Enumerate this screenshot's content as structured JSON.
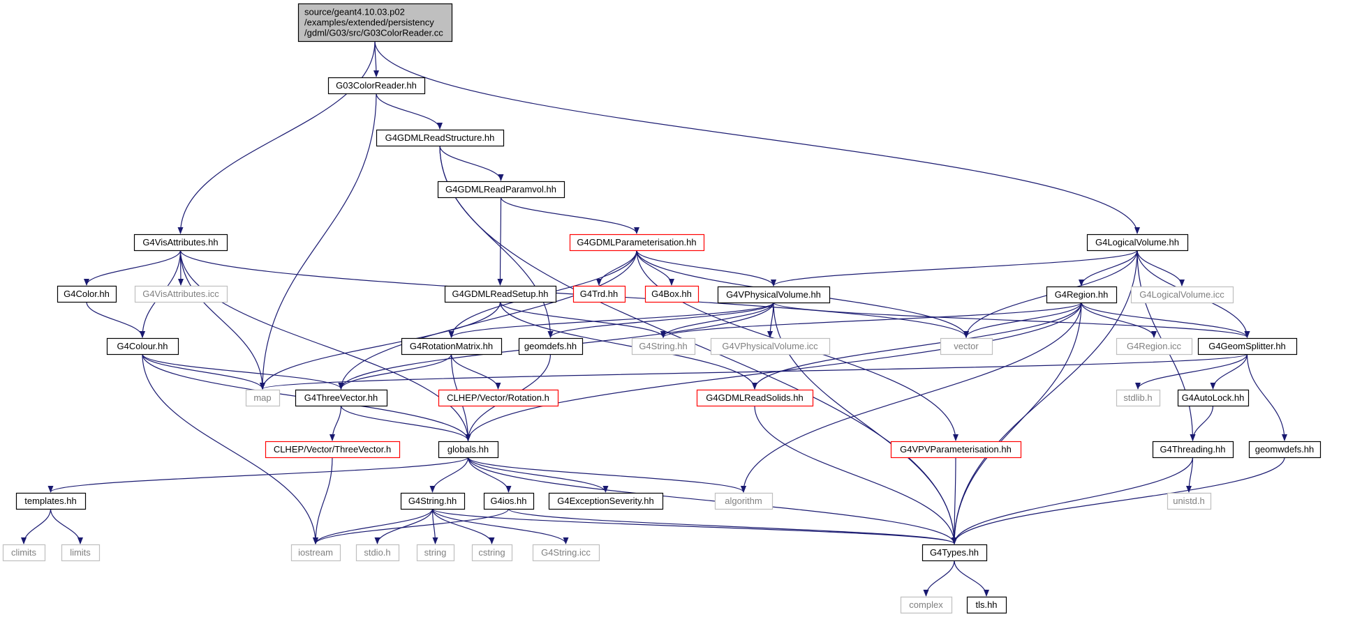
{
  "colors": {
    "edge": "#191970",
    "root_fill": "#bfbfbf",
    "border_normal": "#000000",
    "border_missing": "#bfbfbf",
    "border_truncated": "#ff0000",
    "text": "#000000",
    "text_missing": "#7f7f7f"
  },
  "nodes": {
    "root": {
      "lines": [
        "source/geant4.10.03.p02",
        "/examples/extended/persistency",
        "/gdml/G03/src/G03ColorReader.cc"
      ],
      "kind": "root"
    },
    "g03colorreader": {
      "lines": [
        "G03ColorReader.hh"
      ],
      "kind": "normal"
    },
    "g4gdmlreadstructure": {
      "lines": [
        "G4GDMLReadStructure.hh"
      ],
      "kind": "normal"
    },
    "g4gdmlreadparamvol": {
      "lines": [
        "G4GDMLReadParamvol.hh"
      ],
      "kind": "normal"
    },
    "g4visattributes": {
      "lines": [
        "G4VisAttributes.hh"
      ],
      "kind": "normal"
    },
    "g4gdmlparameterisation": {
      "lines": [
        "G4GDMLParameterisation.hh"
      ],
      "kind": "truncated"
    },
    "g4logicalvolume": {
      "lines": [
        "G4LogicalVolume.hh"
      ],
      "kind": "normal"
    },
    "g4color": {
      "lines": [
        "G4Color.hh"
      ],
      "kind": "normal"
    },
    "g4visattributes_icc": {
      "lines": [
        "G4VisAttributes.icc"
      ],
      "kind": "missing"
    },
    "g4gdmlreadsetup": {
      "lines": [
        "G4GDMLReadSetup.hh"
      ],
      "kind": "normal"
    },
    "g4trd": {
      "lines": [
        "G4Trd.hh"
      ],
      "kind": "truncated"
    },
    "g4box": {
      "lines": [
        "G4Box.hh"
      ],
      "kind": "truncated"
    },
    "g4vphysicalvolume": {
      "lines": [
        "G4VPhysicalVolume.hh"
      ],
      "kind": "normal"
    },
    "g4region": {
      "lines": [
        "G4Region.hh"
      ],
      "kind": "normal"
    },
    "g4logicalvolume_icc": {
      "lines": [
        "G4LogicalVolume.icc"
      ],
      "kind": "missing"
    },
    "g4colour": {
      "lines": [
        "G4Colour.hh"
      ],
      "kind": "normal"
    },
    "g4rotationmatrix": {
      "lines": [
        "G4RotationMatrix.hh"
      ],
      "kind": "normal"
    },
    "geomdefs": {
      "lines": [
        "geomdefs.hh"
      ],
      "kind": "normal"
    },
    "g4string_hh": {
      "lines": [
        "G4String.hh"
      ],
      "kind": "missing"
    },
    "g4vphysicalvolume_icc": {
      "lines": [
        "G4VPhysicalVolume.icc"
      ],
      "kind": "missing"
    },
    "vector": {
      "lines": [
        "vector"
      ],
      "kind": "missing"
    },
    "g4region_icc": {
      "lines": [
        "G4Region.icc"
      ],
      "kind": "missing"
    },
    "g4geomsplitter": {
      "lines": [
        "G4GeomSplitter.hh"
      ],
      "kind": "normal"
    },
    "map": {
      "lines": [
        "map"
      ],
      "kind": "missing"
    },
    "g4threevector": {
      "lines": [
        "G4ThreeVector.hh"
      ],
      "kind": "normal"
    },
    "clhep_rotation": {
      "lines": [
        "CLHEP/Vector/Rotation.h"
      ],
      "kind": "truncated"
    },
    "g4gdmlreadsolids": {
      "lines": [
        "G4GDMLReadSolids.hh"
      ],
      "kind": "truncated"
    },
    "stdlib": {
      "lines": [
        "stdlib.h"
      ],
      "kind": "missing"
    },
    "g4autolock": {
      "lines": [
        "G4AutoLock.hh"
      ],
      "kind": "normal"
    },
    "clhep_threevector": {
      "lines": [
        "CLHEP/Vector/ThreeVector.h"
      ],
      "kind": "truncated"
    },
    "globals": {
      "lines": [
        "globals.hh"
      ],
      "kind": "normal"
    },
    "g4vpvparameterisation": {
      "lines": [
        "G4VPVParameterisation.hh"
      ],
      "kind": "truncated"
    },
    "g4threading": {
      "lines": [
        "G4Threading.hh"
      ],
      "kind": "normal"
    },
    "geomwdefs": {
      "lines": [
        "geomwdefs.hh"
      ],
      "kind": "normal"
    },
    "templates": {
      "lines": [
        "templates.hh"
      ],
      "kind": "normal"
    },
    "g4string": {
      "lines": [
        "G4String.hh"
      ],
      "kind": "normal"
    },
    "g4ios": {
      "lines": [
        "G4ios.hh"
      ],
      "kind": "normal"
    },
    "g4exceptionseverity": {
      "lines": [
        "G4ExceptionSeverity.hh"
      ],
      "kind": "normal"
    },
    "algorithm": {
      "lines": [
        "algorithm"
      ],
      "kind": "missing"
    },
    "unistd": {
      "lines": [
        "unistd.h"
      ],
      "kind": "missing"
    },
    "climits": {
      "lines": [
        "climits"
      ],
      "kind": "missing"
    },
    "limits": {
      "lines": [
        "limits"
      ],
      "kind": "missing"
    },
    "iostream": {
      "lines": [
        "iostream"
      ],
      "kind": "missing"
    },
    "stdio": {
      "lines": [
        "stdio.h"
      ],
      "kind": "missing"
    },
    "string": {
      "lines": [
        "string"
      ],
      "kind": "missing"
    },
    "cstring": {
      "lines": [
        "cstring"
      ],
      "kind": "missing"
    },
    "g4string_icc": {
      "lines": [
        "G4String.icc"
      ],
      "kind": "missing"
    },
    "g4types": {
      "lines": [
        "G4Types.hh"
      ],
      "kind": "normal"
    },
    "complex": {
      "lines": [
        "complex"
      ],
      "kind": "missing"
    },
    "tls": {
      "lines": [
        "tls.hh"
      ],
      "kind": "normal"
    }
  },
  "edges": [
    [
      "root",
      "g03colorreader"
    ],
    [
      "root",
      "g4visattributes"
    ],
    [
      "root",
      "g4logicalvolume"
    ],
    [
      "g03colorreader",
      "g4gdmlreadstructure"
    ],
    [
      "g03colorreader",
      "map"
    ],
    [
      "g4gdmlreadstructure",
      "g4gdmlreadparamvol"
    ],
    [
      "g4gdmlreadstructure",
      "geomdefs"
    ],
    [
      "g4gdmlreadstructure",
      "g4types"
    ],
    [
      "g4gdmlreadparamvol",
      "g4gdmlparameterisation"
    ],
    [
      "g4gdmlreadparamvol",
      "g4gdmlreadsetup"
    ],
    [
      "g4visattributes",
      "g4color"
    ],
    [
      "g4visattributes",
      "g4visattributes_icc"
    ],
    [
      "g4visattributes",
      "g4colour"
    ],
    [
      "g4visattributes",
      "map"
    ],
    [
      "g4visattributes",
      "globals"
    ],
    [
      "g4visattributes",
      "vector"
    ],
    [
      "g4gdmlparameterisation",
      "g4trd"
    ],
    [
      "g4gdmlparameterisation",
      "g4box"
    ],
    [
      "g4gdmlparameterisation",
      "g4vphysicalvolume"
    ],
    [
      "g4gdmlparameterisation",
      "g4rotationmatrix"
    ],
    [
      "g4gdmlparameterisation",
      "g4threevector"
    ],
    [
      "g4gdmlparameterisation",
      "vector"
    ],
    [
      "g4gdmlparameterisation",
      "g4vpvparameterisation"
    ],
    [
      "g4logicalvolume",
      "g4vphysicalvolume"
    ],
    [
      "g4logicalvolume",
      "g4region"
    ],
    [
      "g4logicalvolume",
      "g4logicalvolume_icc"
    ],
    [
      "g4logicalvolume",
      "vector"
    ],
    [
      "g4logicalvolume",
      "g4geomsplitter"
    ],
    [
      "g4logicalvolume",
      "g4threading"
    ],
    [
      "g4logicalvolume",
      "g4types"
    ],
    [
      "g4color",
      "g4colour"
    ],
    [
      "g4gdmlreadsetup",
      "g4string_hh"
    ],
    [
      "g4gdmlreadsetup",
      "map"
    ],
    [
      "g4gdmlreadsetup",
      "g4gdmlreadsolids"
    ],
    [
      "g4vphysicalvolume",
      "g4rotationmatrix"
    ],
    [
      "g4vphysicalvolume",
      "geomdefs"
    ],
    [
      "g4vphysicalvolume",
      "g4string_hh"
    ],
    [
      "g4vphysicalvolume",
      "g4vphysicalvolume_icc"
    ],
    [
      "g4vphysicalvolume",
      "g4threevector"
    ],
    [
      "g4vphysicalvolume",
      "g4geomsplitter"
    ],
    [
      "g4vphysicalvolume",
      "g4types"
    ],
    [
      "g4region",
      "g4string_hh"
    ],
    [
      "g4region",
      "vector"
    ],
    [
      "g4region",
      "g4region_icc"
    ],
    [
      "g4region",
      "g4geomsplitter"
    ],
    [
      "g4region",
      "g4gdmlreadsolids"
    ],
    [
      "g4region",
      "globals"
    ],
    [
      "g4region",
      "algorithm"
    ],
    [
      "g4region",
      "g4types"
    ],
    [
      "g4colour",
      "map"
    ],
    [
      "g4colour",
      "g4threevector"
    ],
    [
      "g4colour",
      "globals"
    ],
    [
      "g4colour",
      "iostream"
    ],
    [
      "g4rotationmatrix",
      "g4threevector"
    ],
    [
      "g4rotationmatrix",
      "clhep_rotation"
    ],
    [
      "g4rotationmatrix",
      "globals"
    ],
    [
      "geomdefs",
      "globals"
    ],
    [
      "g4geomsplitter",
      "map"
    ],
    [
      "g4geomsplitter",
      "stdlib"
    ],
    [
      "g4geomsplitter",
      "g4autolock"
    ],
    [
      "g4geomsplitter",
      "geomwdefs"
    ],
    [
      "g4threevector",
      "clhep_threevector"
    ],
    [
      "g4threevector",
      "globals"
    ],
    [
      "g4gdmlreadsolids",
      "g4types"
    ],
    [
      "g4autolock",
      "g4threading"
    ],
    [
      "clhep_threevector",
      "iostream"
    ],
    [
      "globals",
      "templates"
    ],
    [
      "globals",
      "g4string"
    ],
    [
      "globals",
      "g4ios"
    ],
    [
      "globals",
      "g4exceptionseverity"
    ],
    [
      "globals",
      "algorithm"
    ],
    [
      "globals",
      "g4types"
    ],
    [
      "g4vpvparameterisation",
      "g4types"
    ],
    [
      "g4threading",
      "unistd"
    ],
    [
      "g4threading",
      "g4types"
    ],
    [
      "geomwdefs",
      "g4types"
    ],
    [
      "templates",
      "climits"
    ],
    [
      "templates",
      "limits"
    ],
    [
      "g4string",
      "iostream"
    ],
    [
      "g4string",
      "stdio"
    ],
    [
      "g4string",
      "string"
    ],
    [
      "g4string",
      "cstring"
    ],
    [
      "g4string",
      "g4string_icc"
    ],
    [
      "g4string",
      "g4types"
    ],
    [
      "g4ios",
      "iostream"
    ],
    [
      "g4ios",
      "g4types"
    ],
    [
      "g4types",
      "complex"
    ],
    [
      "g4types",
      "tls"
    ]
  ]
}
